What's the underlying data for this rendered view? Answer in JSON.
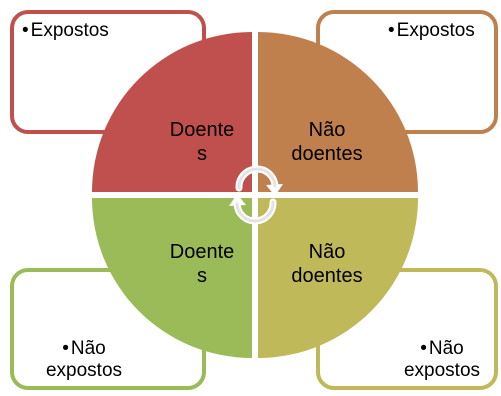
{
  "quadrants": [
    {
      "id": "tl",
      "label": "Doente\ns",
      "color": "#c0504d",
      "box_color": "#c0504d",
      "box_text": "Expostos"
    },
    {
      "id": "tr",
      "label": "Não\ndoentes",
      "color": "#c0804d",
      "box_color": "#c0804d",
      "box_text": "Expostos"
    },
    {
      "id": "bl",
      "label": "Doente\ns",
      "color": "#9bbb59",
      "box_color": "#9bbb59",
      "box_text": "Não\nexpostos"
    },
    {
      "id": "br",
      "label": "Não\ndoentes",
      "color": "#c0b95a",
      "box_color": "#c0b95a",
      "box_text": "Não\nexpostos"
    }
  ],
  "bullet_char": "•",
  "center_icon": "cycle-arrows-icon"
}
